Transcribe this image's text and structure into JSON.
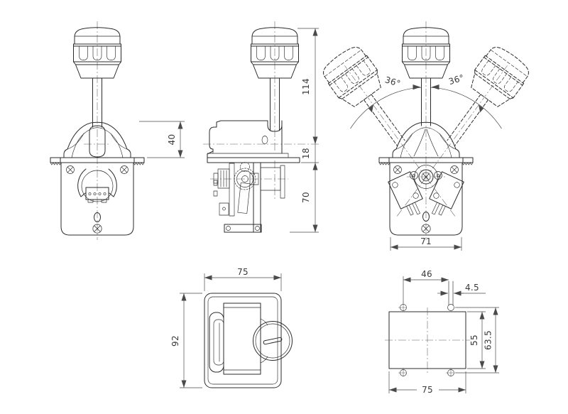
{
  "drawing": {
    "background": "#ffffff",
    "line_color": "#2b2b2b",
    "dim_color": "#3a3a3a",
    "views": {
      "front": {
        "dims": {
          "dome_height": "40"
        }
      },
      "side": {
        "dims": {
          "overall_height": "114",
          "flange_offset": "18",
          "under_depth": "70"
        }
      },
      "travel": {
        "dims": {
          "angle_left": "36°",
          "angle_right": "36°",
          "base_width": "71"
        }
      },
      "top": {
        "dims": {
          "width": "75",
          "depth": "92"
        }
      },
      "cutout": {
        "dims": {
          "hole_spacing": "46",
          "slot_width": "4.5",
          "cutout_height": "55",
          "hole_row_height": "63.5",
          "cutout_width": "75"
        }
      }
    }
  }
}
